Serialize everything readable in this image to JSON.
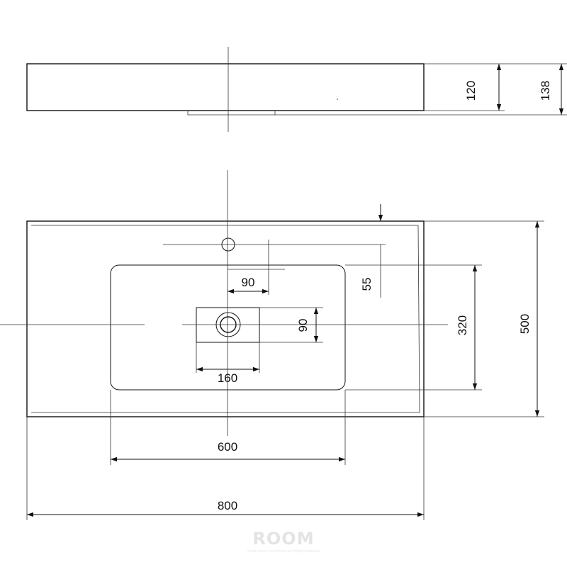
{
  "drawing": {
    "side_view": {
      "height_inner": "120",
      "height_total": "138"
    },
    "top_view": {
      "overflow_offset": "90",
      "tap_hole_offset": "55",
      "drain_height": "90",
      "drain_width": "160",
      "bowl_depth": "320",
      "total_depth": "500",
      "bowl_width": "600",
      "total_width": "800"
    }
  },
  "watermark": {
    "logo": "ROOM",
    "tagline": "санитарно-техническое оборудование"
  }
}
